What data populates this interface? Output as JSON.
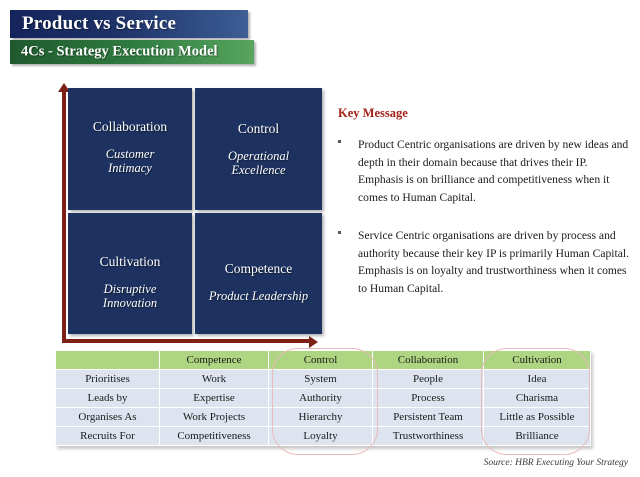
{
  "slide": {
    "title": "Product vs Service",
    "subtitle": "4Cs - Strategy Execution Model",
    "source": "Source: HBR Executing Your Strategy"
  },
  "matrix": {
    "quadrants": [
      {
        "title": "Collaboration",
        "subtitle": "Customer\nIntimacy",
        "sub_line1": "Customer",
        "sub_line2": "Intimacy"
      },
      {
        "title": "Control",
        "subtitle": "Operational\nExcellence",
        "sub_line1": "Operational",
        "sub_line2": "Excellence"
      },
      {
        "title": "Cultivation",
        "subtitle": "Disruptive\nInnovation",
        "sub_line1": "Disruptive",
        "sub_line2": "Innovation"
      },
      {
        "title": "Competence",
        "subtitle": "Product Leadership",
        "sub_line1": "Product Leadership",
        "sub_line2": ""
      }
    ]
  },
  "key_message": {
    "heading": "Key Message",
    "bullets": [
      "Product Centric organisations are driven by new ideas and depth in their domain because that drives their IP. Emphasis is on brilliance and competitiveness when it comes to Human Capital.",
      "Service Centric organisations are driven by process and authority because their key IP is primarily Human Capital. Emphasis is on loyalty and trustworthiness when it comes to Human Capital."
    ]
  },
  "table": {
    "headers": [
      "",
      "Competence",
      "Control",
      "Collaboration",
      "Cultivation"
    ],
    "rows": [
      [
        "Prioritises",
        "Work",
        "System",
        "People",
        "Idea"
      ],
      [
        "Leads by",
        "Expertise",
        "Authority",
        "Process",
        "Charisma"
      ],
      [
        "Organises As",
        "Work Projects",
        "Hierarchy",
        "Persistent Team",
        "Little as Possible"
      ],
      [
        "Recruits For",
        "Competitiveness",
        "Loyalty",
        "Trustworthiness",
        "Brilliance"
      ]
    ],
    "highlighted_columns": [
      "Control",
      "Cultivation"
    ]
  },
  "colors": {
    "title_bar": "#1d3268",
    "subtitle_bar": "#2f7a40",
    "quadrant": "#1d3260",
    "axis_arrow": "#7d2117",
    "table_header": "#aed581",
    "table_cell": "#dde3ef",
    "key_message_heading": "#a52019",
    "highlight_outline": "#e8bcbc"
  }
}
